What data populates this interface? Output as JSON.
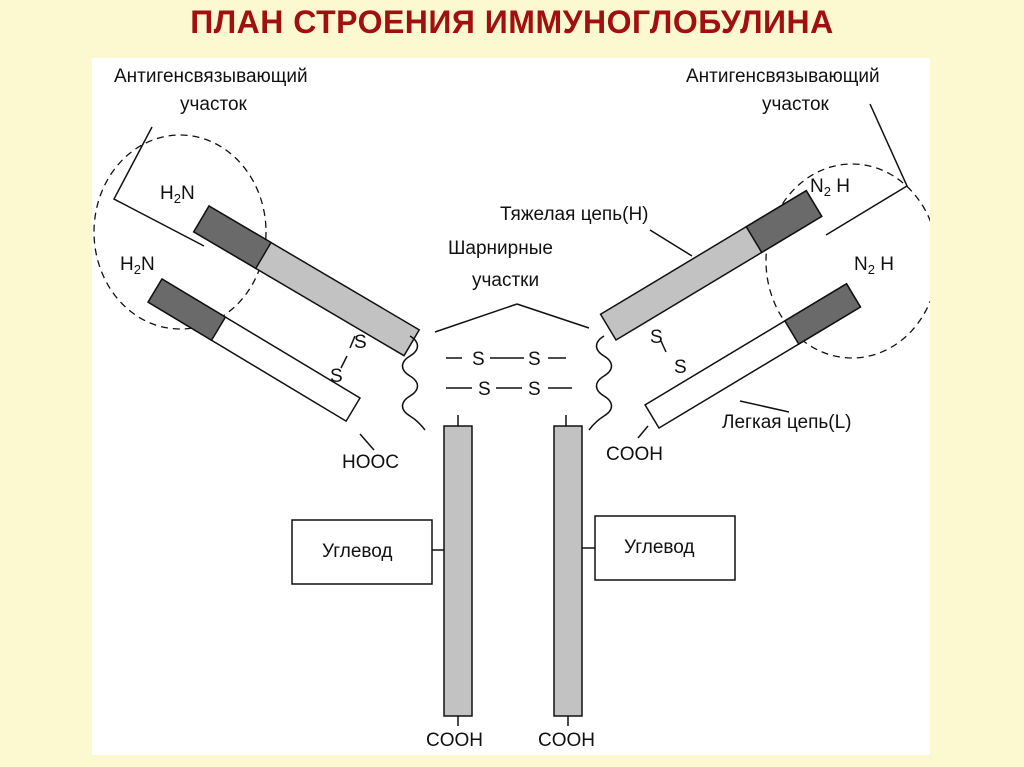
{
  "title": "ПЛАН СТРОЕНИЯ ИММУНОГЛОБУЛИНА",
  "labels": {
    "antigen_site_line1": "Антигенсвязывающий",
    "antigen_site_line2": "участок",
    "heavy_chain": "Тяжелая цепь(H)",
    "hinge_line1": "Шарнирные",
    "hinge_line2": "участки",
    "light_chain": "Легкая цепь(L)",
    "carbohydrate": "Углевод",
    "amino_terminus_a": "H",
    "amino_terminus_a_sub": "2",
    "amino_terminus_a_end": "N",
    "amino_terminus_b": "N",
    "amino_terminus_b_sub": "2",
    "amino_terminus_b_end": " H",
    "carboxyl_left": "HOOC",
    "carboxyl": "COOH",
    "sulfur": "S",
    "bond_dash": "—"
  },
  "colors": {
    "title": "#a01010",
    "background": "#fcf8cf",
    "constant_region": "#c2c2c2",
    "variable_region": "#6a6a6a"
  }
}
